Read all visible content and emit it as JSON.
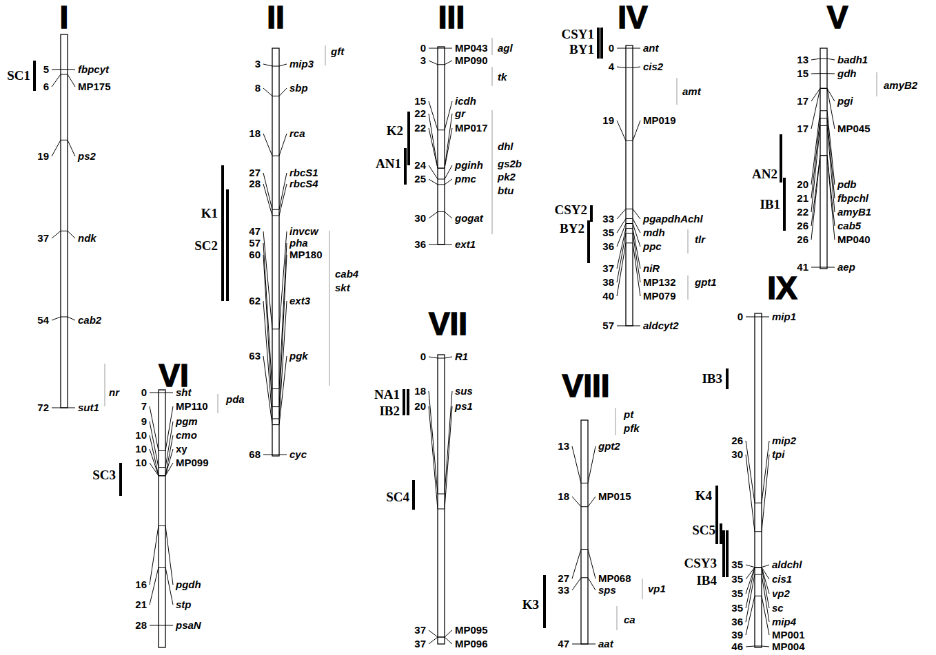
{
  "diagram": {
    "labels": [
      "I",
      "SC1",
      "5",
      "fbpcyt",
      "6",
      "MP175",
      "19",
      "ps2",
      "37",
      "ndk",
      "54",
      "cab2",
      "72",
      "sut1",
      "nr",
      "II",
      "gft",
      "3",
      "mip3",
      "8",
      "sbp",
      "18",
      "rca",
      "27",
      "rbcS1",
      "28",
      "rbcS4",
      "K1",
      "SC2",
      "47",
      "invcw",
      "57",
      "pha",
      "60",
      "MP180",
      "cab4",
      "skt",
      "62",
      "ext3",
      "63",
      "pgk",
      "68",
      "cyc",
      "III",
      "0",
      "MP043",
      "agl",
      "3",
      "MP090",
      "tk",
      "15",
      "icdh",
      "K2",
      "22",
      "gr",
      "22",
      "MP017",
      "dhl",
      "AN1",
      "24",
      "pginh",
      "gs2b",
      "25",
      "pmc",
      "pk2",
      "btu",
      "30",
      "gogat",
      "36",
      "ext1",
      "IV",
      "CSY1",
      "0",
      "ant",
      "BY1",
      "4",
      "cis2",
      "amt",
      "19",
      "MP019",
      "CSY2",
      "33",
      "pgapdhAchl",
      "BY2",
      "35",
      "mdh",
      "tlr",
      "36",
      "ppc",
      "37",
      "niR",
      "38",
      "MP132",
      "gpt1",
      "40",
      "MP079",
      "57",
      "aldcyt2",
      "V",
      "13",
      "badh1",
      "15",
      "gdh",
      "amyB2",
      "17",
      "pgi",
      "17",
      "MP045",
      "AN2",
      "20",
      "pdb",
      "21",
      "fbpchl",
      "IB1",
      "22",
      "amyB1",
      "26",
      "cab5",
      "26",
      "MP040",
      "41",
      "aep",
      "VI",
      "0",
      "sht",
      "pda",
      "7",
      "MP110",
      "9",
      "pgm",
      "10",
      "cmo",
      "10",
      "xy",
      "SC3",
      "10",
      "MP099",
      "16",
      "pgdh",
      "21",
      "stp",
      "28",
      "psaN",
      "VII",
      "0",
      "R1",
      "NA1",
      "18",
      "sus",
      "IB2",
      "20",
      "ps1",
      "SC4",
      "37",
      "MP095",
      "37",
      "MP096",
      "VIII",
      "pt",
      "pfk",
      "13",
      "gpt2",
      "18",
      "MP015",
      "27",
      "MP068",
      "33",
      "sps",
      "vp1",
      "K3",
      "ca",
      "47",
      "aat",
      "IX",
      "0",
      "mip1",
      "IB3",
      "26",
      "mip2",
      "30",
      "tpi",
      "K4",
      "SC5",
      "CSY3",
      "35",
      "aldchl",
      "IB4",
      "35",
      "cis1",
      "35",
      "vp2",
      "35",
      "sc",
      "36",
      "mip4",
      "39",
      "MP001",
      "46",
      "MP004"
    ]
  }
}
